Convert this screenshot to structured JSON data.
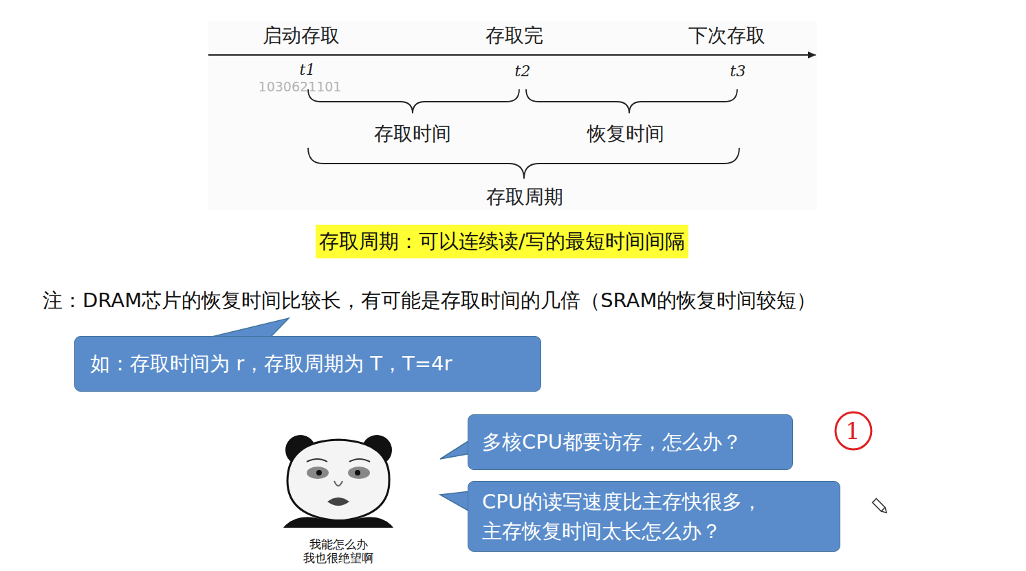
{
  "diagram": {
    "nodes": [
      {
        "text": [
          "存取周期：可以连续读/写的最短时间间隔"
        ]
      },
      {
        "text": [
          "如：存取时间为 r，存取周期为 T，T=4r"
        ]
      },
      {
        "text": [
          "多核CPU都要访存，怎么办？"
        ]
      },
      {
        "text": [
          "CPU的读写速度比主存快很多， 主存恢复时间太长怎么办？"
        ]
      }
    ],
    "labels": [
      "启动存取",
      "存取完",
      "下次存取",
      "t1",
      "t2",
      "t3",
      "1030621101",
      "存取时间",
      "恢复时间",
      "存取周期",
      "注：DRAM芯片的恢复时间比较长，有可能是存取时间的几倍（SRAM的恢复时间较短）",
      "我能怎么办 我也很绝望啊",
      "1"
    ]
  }
}
